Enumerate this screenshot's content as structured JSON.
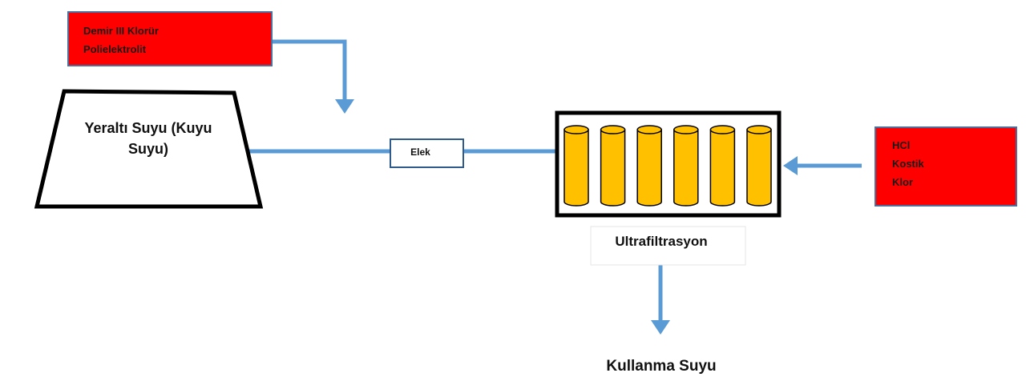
{
  "chemicals_top": {
    "line1": "Demir III Klorür",
    "line2": "Polielektrolit"
  },
  "chemicals_right": {
    "line1": "HCl",
    "line2": "Kostik",
    "line3": "Klor"
  },
  "source": {
    "line1": "Yeraltı Suyu (Kuyu",
    "line2": "Suyu)"
  },
  "screen": {
    "label": "Elek"
  },
  "ultrafiltration": {
    "label": "Ultrafiltrasyon",
    "cartridge_count": 6
  },
  "output": {
    "label": "Kullanma Suyu"
  },
  "colors": {
    "pipe": "#5b9bd5",
    "chemical_box": "#ff0000",
    "cartridge": "#ffc000",
    "box_border": "#000000",
    "chemical_border": "#4a6f9e"
  }
}
